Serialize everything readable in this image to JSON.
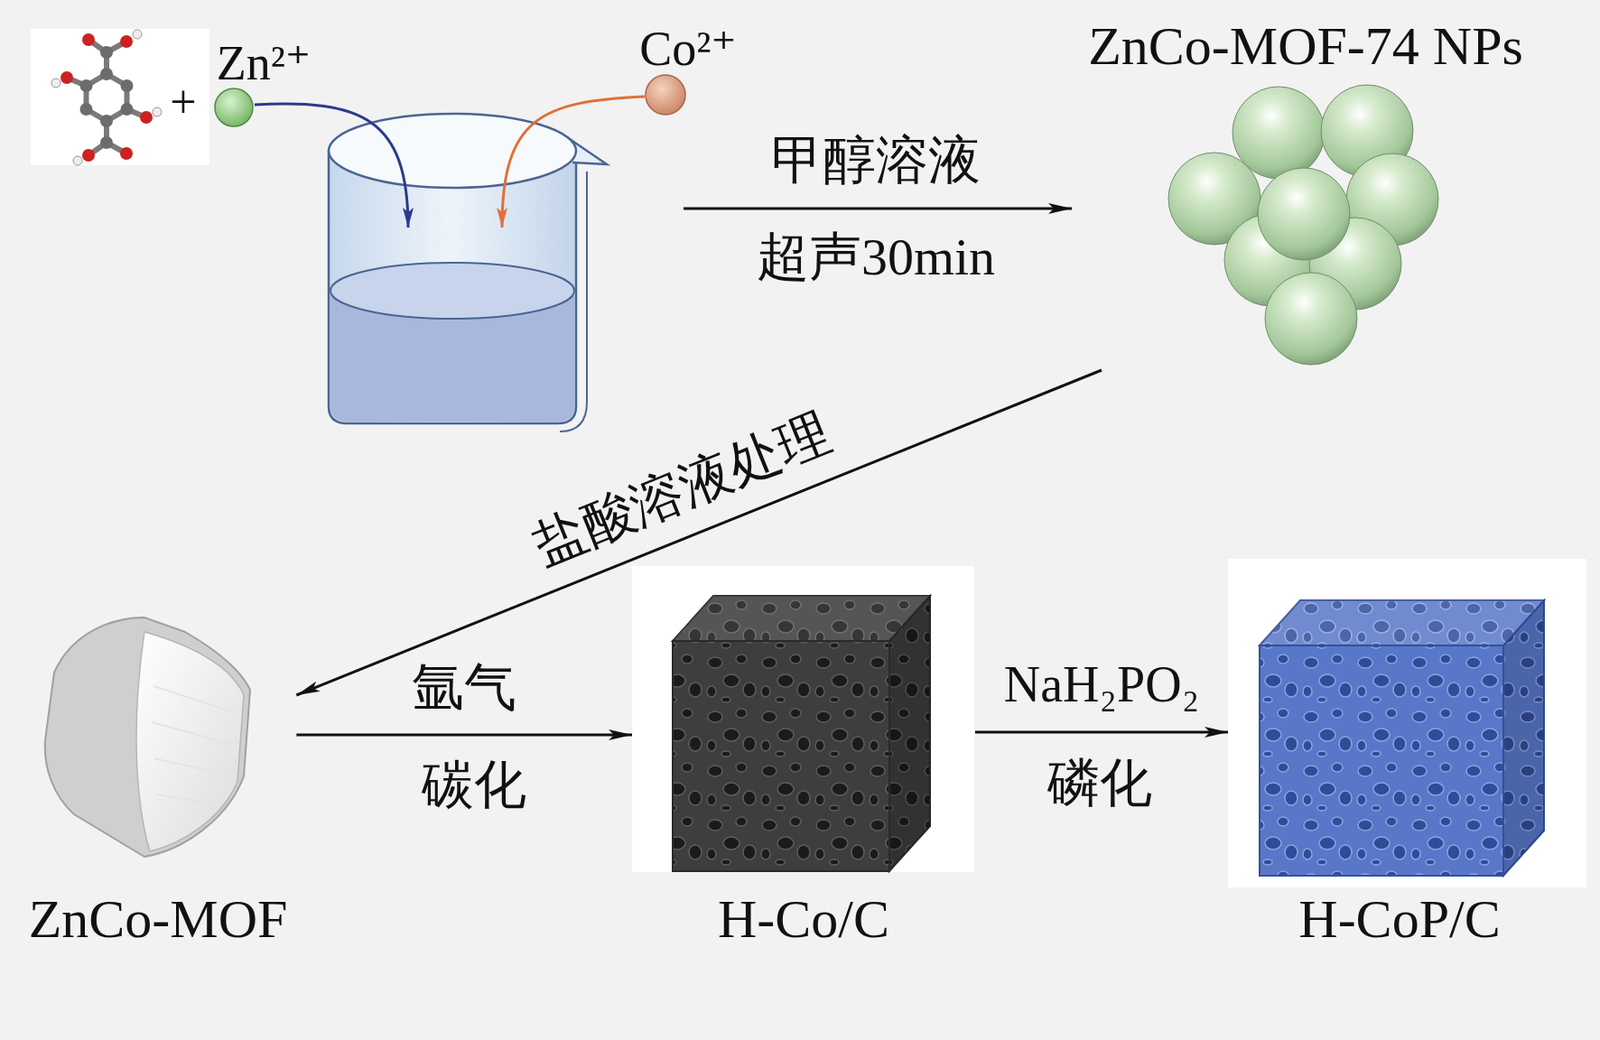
{
  "diagram": {
    "nodes": [
      {
        "text": [
          "ZnCo-MOF-74 NPs"
        ]
      },
      {
        "text": [
          "ZnCo-MOF"
        ]
      },
      {
        "text": [
          "H-Co/C"
        ]
      },
      {
        "text": [
          "H-CoP/C"
        ]
      }
    ],
    "edges": [
      {
        "from": 0,
        "to": 1,
        "arrow": "to",
        "label": "盐酸溶液处理"
      },
      {
        "from": 1,
        "to": 2,
        "arrow": "to",
        "label": "氩气"
      },
      {
        "from": 2,
        "to": 3,
        "arrow": "to",
        "label": "NaH₂PO₂"
      }
    ],
    "labels": [
      "+",
      "Zn²⁺",
      "Co²⁺",
      "甲醇溶液",
      "超声30min",
      "碳化",
      "磷化"
    ]
  }
}
